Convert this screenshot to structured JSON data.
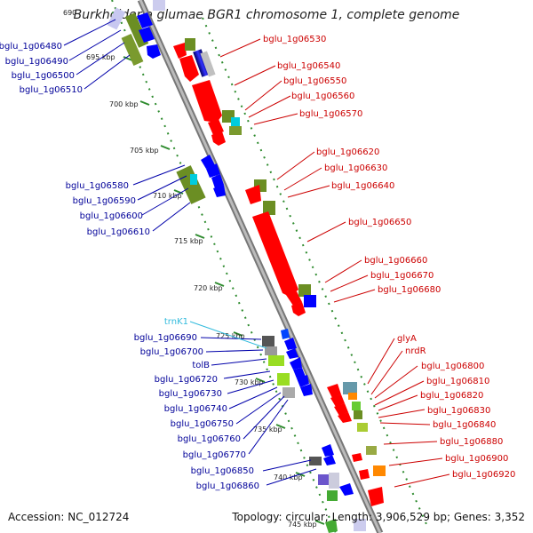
{
  "title": "Burkholderia glumae BGR1 chromosome 1, complete genome",
  "footer": {
    "accession": "Accession: NC_012724",
    "stats": "Topology: circular; Length: 3,906,529 bp; Genes: 3,352"
  },
  "ticks": [
    "690",
    "695 kbp",
    "700 kbp",
    "705 kbp",
    "710 kbp",
    "715 kbp",
    "720 kbp",
    "725 kbp",
    "730 kbp",
    "735 kbp",
    "740 kbp",
    "745 kbp"
  ],
  "left_labels": [
    "bglu_1g06480",
    "bglu_1g06490",
    "bglu_1g06500",
    "bglu_1g06510",
    "bglu_1g06580",
    "bglu_1g06590",
    "bglu_1g06600",
    "bglu_1g06610",
    "trnK1",
    "bglu_1g06690",
    "bglu_1g06700",
    "tolB",
    "bglu_1g06720",
    "bglu_1g06730",
    "bglu_1g06740",
    "bglu_1g06750",
    "bglu_1g06760",
    "bglu_1g06770",
    "bglu_1g06850",
    "bglu_1g06860"
  ],
  "right_labels": [
    "bglu_1g06530",
    "bglu_1g06540",
    "bglu_1g06550",
    "bglu_1g06560",
    "bglu_1g06570",
    "bglu_1g06620",
    "bglu_1g06630",
    "bglu_1g06640",
    "bglu_1g06650",
    "bglu_1g06660",
    "bglu_1g06670",
    "bglu_1g06680",
    "glyA",
    "nrdR",
    "bglu_1g06800",
    "bglu_1g06810",
    "bglu_1g06820",
    "bglu_1g06830",
    "bglu_1g06840",
    "bglu_1g06880",
    "bglu_1g06900",
    "bglu_1g06920"
  ],
  "colors": {
    "backbone": "#8f8f8f",
    "cds_forward": "#ff0000",
    "cds_reverse": "#0000ff",
    "feature_olive": "#6b8e23",
    "ticks": "#2e8b2e",
    "label_forward": "#cc0000",
    "label_reverse": "#000099",
    "label_trna": "#33bbdd"
  }
}
